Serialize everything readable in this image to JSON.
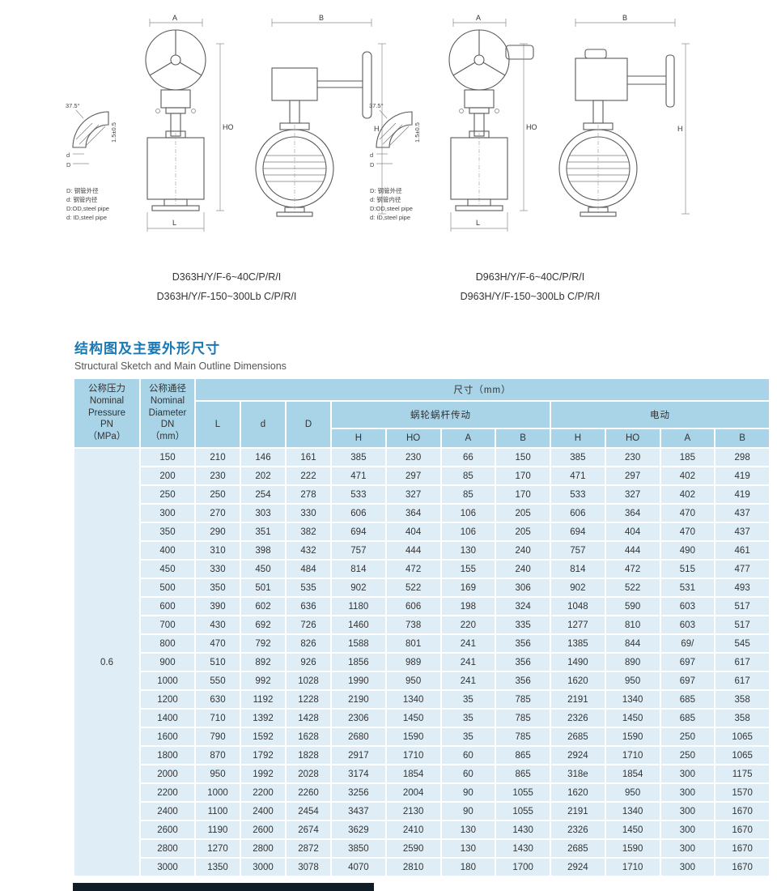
{
  "page": {
    "section_heading_cn": "结构图及主要外形尺寸",
    "section_heading_en": "Structural Sketch and Main Outline Dimensions"
  },
  "colors": {
    "accent": "#1a79b5",
    "table_header_bg": "#a9d3e7",
    "table_row_bg": "#dfeef6",
    "table_pn_bg": "#c9e2f0"
  },
  "figures": {
    "dims": {
      "A": "A",
      "B": "B",
      "H": "H",
      "HO": "HO",
      "L": "L",
      "D": "D",
      "d": "d",
      "angle": "37.5°",
      "tol": "1.5±0.5"
    },
    "notes": {
      "cn1": "D: 钢管外径",
      "cn2": "d: 钢管内径",
      "en1": "D:OD,steel pipe",
      "en2": "d: ID,steel pipe"
    },
    "left": {
      "caption1": "D363H/Y/F-6~40C/P/R/I",
      "caption2": "D363H/Y/F-150~300Lb C/P/R/I"
    },
    "right": {
      "caption1": "D963H/Y/F-6~40C/P/R/I",
      "caption2": "D963H/Y/F-150~300Lb C/P/R/I"
    }
  },
  "table": {
    "pn_header": "公称压力\nNominal\nPressure\nPN\n（MPa）",
    "dn_header": "公称通径\nNominal\nDiameter\nDN\n（mm）",
    "size_header": "尺寸（mm）",
    "group_worm": "蜗轮蜗杆传动",
    "group_electric": "电动",
    "sub_headers": [
      "L",
      "d",
      "D",
      "H",
      "HO",
      "A",
      "B",
      "H",
      "HO",
      "A",
      "B"
    ],
    "pn_value": "0.6",
    "rows": [
      [
        "150",
        "210",
        "146",
        "161",
        "385",
        "230",
        "66",
        "150",
        "385",
        "230",
        "185",
        "298"
      ],
      [
        "200",
        "230",
        "202",
        "222",
        "471",
        "297",
        "85",
        "170",
        "471",
        "297",
        "402",
        "419"
      ],
      [
        "250",
        "250",
        "254",
        "278",
        "533",
        "327",
        "85",
        "170",
        "533",
        "327",
        "402",
        "419"
      ],
      [
        "300",
        "270",
        "303",
        "330",
        "606",
        "364",
        "106",
        "205",
        "606",
        "364",
        "470",
        "437"
      ],
      [
        "350",
        "290",
        "351",
        "382",
        "694",
        "404",
        "106",
        "205",
        "694",
        "404",
        "470",
        "437"
      ],
      [
        "400",
        "310",
        "398",
        "432",
        "757",
        "444",
        "130",
        "240",
        "757",
        "444",
        "490",
        "461"
      ],
      [
        "450",
        "330",
        "450",
        "484",
        "814",
        "472",
        "155",
        "240",
        "814",
        "472",
        "515",
        "477"
      ],
      [
        "500",
        "350",
        "501",
        "535",
        "902",
        "522",
        "169",
        "306",
        "902",
        "522",
        "531",
        "493"
      ],
      [
        "600",
        "390",
        "602",
        "636",
        "1180",
        "606",
        "198",
        "324",
        "1048",
        "590",
        "603",
        "517"
      ],
      [
        "700",
        "430",
        "692",
        "726",
        "1460",
        "738",
        "220",
        "335",
        "1277",
        "810",
        "603",
        "517"
      ],
      [
        "800",
        "470",
        "792",
        "826",
        "1588",
        "801",
        "241",
        "356",
        "1385",
        "844",
        "69/",
        "545"
      ],
      [
        "900",
        "510",
        "892",
        "926",
        "1856",
        "989",
        "241",
        "356",
        "1490",
        "890",
        "697",
        "617"
      ],
      [
        "1000",
        "550",
        "992",
        "1028",
        "1990",
        "950",
        "241",
        "356",
        "1620",
        "950",
        "697",
        "617"
      ],
      [
        "1200",
        "630",
        "1192",
        "1228",
        "2190",
        "1340",
        "35",
        "785",
        "2191",
        "1340",
        "685",
        "358"
      ],
      [
        "1400",
        "710",
        "1392",
        "1428",
        "2306",
        "1450",
        "35",
        "785",
        "2326",
        "1450",
        "685",
        "358"
      ],
      [
        "1600",
        "790",
        "1592",
        "1628",
        "2680",
        "1590",
        "35",
        "785",
        "2685",
        "1590",
        "250",
        "1065"
      ],
      [
        "1800",
        "870",
        "1792",
        "1828",
        "2917",
        "1710",
        "60",
        "865",
        "2924",
        "1710",
        "250",
        "1065"
      ],
      [
        "2000",
        "950",
        "1992",
        "2028",
        "3174",
        "1854",
        "60",
        "865",
        "318e",
        "1854",
        "300",
        "1175"
      ],
      [
        "2200",
        "1000",
        "2200",
        "2260",
        "3256",
        "2004",
        "90",
        "1055",
        "1620",
        "950",
        "300",
        "1570"
      ],
      [
        "2400",
        "1100",
        "2400",
        "2454",
        "3437",
        "2130",
        "90",
        "1055",
        "2191",
        "1340",
        "300",
        "1670"
      ],
      [
        "2600",
        "1190",
        "2600",
        "2674",
        "3629",
        "2410",
        "130",
        "1430",
        "2326",
        "1450",
        "300",
        "1670"
      ],
      [
        "2800",
        "1270",
        "2800",
        "2872",
        "3850",
        "2590",
        "130",
        "1430",
        "2685",
        "1590",
        "300",
        "1670"
      ],
      [
        "3000",
        "1350",
        "3000",
        "3078",
        "4070",
        "2810",
        "180",
        "1700",
        "2924",
        "1710",
        "300",
        "1670"
      ]
    ]
  }
}
